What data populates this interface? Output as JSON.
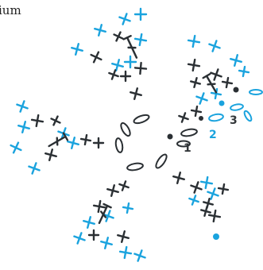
{
  "caption_fragment": "ium",
  "colors": {
    "dark": "#2a2f33",
    "blue": "#1aa3de",
    "ink_number_dark": "#33373a",
    "ink_number_blue": "#1aa3de"
  },
  "labels": {
    "n1": "1",
    "n2": "2",
    "n3": "3"
  },
  "symbols": [
    "cross-stitch",
    "chain-stitch-oval",
    "slip-stitch-dot",
    "double-crochet"
  ]
}
